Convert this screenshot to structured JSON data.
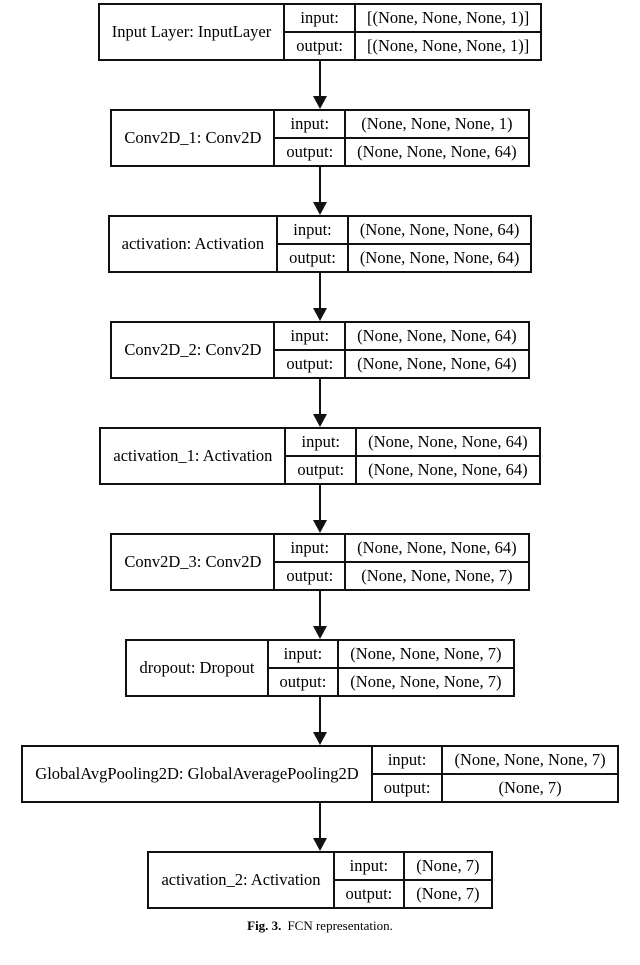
{
  "diagram": {
    "row_labels": {
      "input": "input:",
      "output": "output:"
    },
    "nodes": [
      {
        "name": "Input Layer: InputLayer",
        "input": "[(None, None, None, 1)]",
        "output": "[(None, None, None, 1)]"
      },
      {
        "name": "Conv2D_1: Conv2D",
        "input": "(None, None, None, 1)",
        "output": "(None, None, None, 64)"
      },
      {
        "name": "activation: Activation",
        "input": "(None, None, None, 64)",
        "output": "(None, None, None, 64)"
      },
      {
        "name": "Conv2D_2: Conv2D",
        "input": "(None, None, None, 64)",
        "output": "(None, None, None, 64)"
      },
      {
        "name": "activation_1: Activation",
        "input": "(None, None, None, 64)",
        "output": "(None, None, None, 64)"
      },
      {
        "name": "Conv2D_3: Conv2D",
        "input": "(None, None, None, 64)",
        "output": "(None, None, None, 7)"
      },
      {
        "name": "dropout: Dropout",
        "input": "(None, None, None, 7)",
        "output": "(None, None, None, 7)"
      },
      {
        "name": "GlobalAvgPooling2D: GlobalAveragePooling2D",
        "input": "(None, None, None, 7)",
        "output": "(None, 7)"
      },
      {
        "name": "activation_2: Activation",
        "input": "(None, 7)",
        "output": "(None, 7)"
      }
    ]
  },
  "caption": {
    "label": "Fig. 3.",
    "text": "FCN representation."
  },
  "colors": {
    "border": "#111111",
    "background": "#ffffff",
    "text": "#000000"
  }
}
